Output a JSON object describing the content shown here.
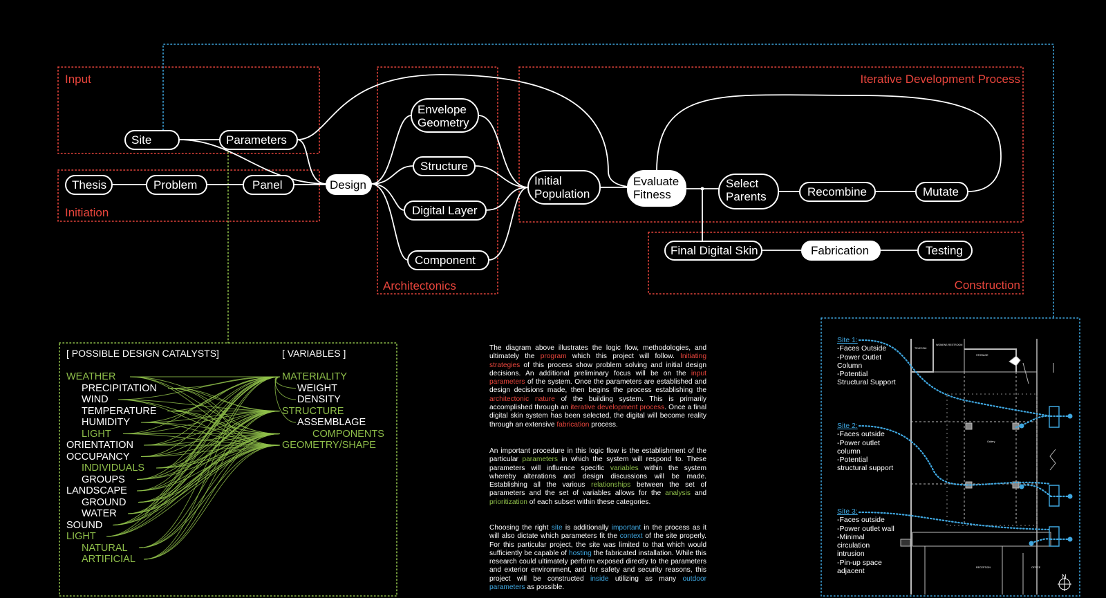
{
  "regions": {
    "input": "Input",
    "initiation": "Initiation",
    "architectonics": "Architectonics",
    "iterative": "Iterative  Development Process",
    "construction": "Construction"
  },
  "nodes": {
    "site": "Site",
    "parameters": "Parameters",
    "thesis": "Thesis",
    "problem": "Problem",
    "panel": "Panel",
    "design": "Design",
    "envelope_1": "Envelope",
    "envelope_2": "Geometry",
    "structure": "Structure",
    "digital_layer": "Digital Layer",
    "component": "Component",
    "initial_1": "Initial",
    "initial_2": "Population",
    "evaluate_1": "Evaluate",
    "evaluate_2": "Fitness",
    "select_1": "Select",
    "select_2": "Parents",
    "recombine": "Recombine",
    "mutate": "Mutate",
    "final_skin": "Final Digital Skin",
    "fabrication": "Fabrication",
    "testing": "Testing"
  },
  "catalysts": {
    "header": "[ POSSIBLE DESIGN CATALYSTS]",
    "items": [
      {
        "text": "WEATHER",
        "color": "green",
        "indent": 0
      },
      {
        "text": "PRECIPITATION",
        "color": "white",
        "indent": 1
      },
      {
        "text": "WIND",
        "color": "white",
        "indent": 1
      },
      {
        "text": "TEMPERATURE",
        "color": "white",
        "indent": 1
      },
      {
        "text": "HUMIDITY",
        "color": "white",
        "indent": 1
      },
      {
        "text": "LIGHT",
        "color": "green",
        "indent": 1
      },
      {
        "text": "ORIENTATION",
        "color": "white",
        "indent": 0
      },
      {
        "text": "OCCUPANCY",
        "color": "white",
        "indent": 0
      },
      {
        "text": "INDIVIDUALS",
        "color": "green",
        "indent": 1
      },
      {
        "text": "GROUPS",
        "color": "white",
        "indent": 1
      },
      {
        "text": "LANDSCAPE",
        "color": "white",
        "indent": 0
      },
      {
        "text": "GROUND",
        "color": "white",
        "indent": 1
      },
      {
        "text": "WATER",
        "color": "white",
        "indent": 1
      },
      {
        "text": "SOUND",
        "color": "white",
        "indent": 0
      },
      {
        "text": "LIGHT",
        "color": "green",
        "indent": 0
      },
      {
        "text": "NATURAL",
        "color": "green",
        "indent": 1
      },
      {
        "text": "ARTIFICIAL",
        "color": "green",
        "indent": 1
      }
    ]
  },
  "variables": {
    "header": "[ VARIABLES ]",
    "items": [
      {
        "text": "MATERIALITY",
        "color": "green",
        "indent": 0
      },
      {
        "text": "WEIGHT",
        "color": "white",
        "indent": 1
      },
      {
        "text": "DENSITY",
        "color": "white",
        "indent": 1
      },
      {
        "text": "STRUCTURE",
        "color": "green",
        "indent": 0
      },
      {
        "text": "ASSEMBLAGE",
        "color": "white",
        "indent": 1
      },
      {
        "text": "COMPONENTS",
        "color": "green",
        "indent": 2
      },
      {
        "text": "GEOMETRY/SHAPE",
        "color": "green",
        "indent": 0
      }
    ]
  },
  "paragraphs": [
    [
      {
        "t": "The diagram above illustrates the logic flow, methodologies, and ultimately the ",
        "c": ""
      },
      {
        "t": "program",
        "c": "red"
      },
      {
        "t": " which this project will follow. ",
        "c": ""
      },
      {
        "t": "Initiating strategies",
        "c": "red"
      },
      {
        "t": " of this process show problem solving and initial design decisions. An additional preliminary focus will be on the ",
        "c": ""
      },
      {
        "t": "input parameters",
        "c": "red"
      },
      {
        "t": " of the system. Once the parameters are established and design decisions made, then begins the process establishing the ",
        "c": ""
      },
      {
        "t": "architectonic nature",
        "c": "red"
      },
      {
        "t": " of the building system. This is primarily accomplished through an ",
        "c": ""
      },
      {
        "t": "iterative development process",
        "c": "red"
      },
      {
        "t": ". Once a final digital skin system has been selected, the digital will become reality through an extensive ",
        "c": ""
      },
      {
        "t": "fabrication",
        "c": "red"
      },
      {
        "t": " process.",
        "c": ""
      }
    ],
    [
      {
        "t": "An important procedure in this logic flow is the establishment of the particular ",
        "c": ""
      },
      {
        "t": "parameters",
        "c": "green"
      },
      {
        "t": " in which the system will respond to. These parameters will influence specific ",
        "c": ""
      },
      {
        "t": "variables",
        "c": "green"
      },
      {
        "t": " within the system whereby alterations and design discussions will be made. Establishing all the various ",
        "c": ""
      },
      {
        "t": "relationships",
        "c": "green"
      },
      {
        "t": " between the set of parameters and the set of variables allows for the ",
        "c": ""
      },
      {
        "t": "analysis",
        "c": "green"
      },
      {
        "t": " and ",
        "c": ""
      },
      {
        "t": "prioritization",
        "c": "green"
      },
      {
        "t": " of each subset within these categories.",
        "c": ""
      }
    ],
    [
      {
        "t": "Choosing the right ",
        "c": ""
      },
      {
        "t": "site",
        "c": "blue"
      },
      {
        "t": " is additionally ",
        "c": ""
      },
      {
        "t": "important",
        "c": "blue"
      },
      {
        "t": " in the process as it will also dictate which parameters fit the ",
        "c": ""
      },
      {
        "t": "context",
        "c": "blue"
      },
      {
        "t": " of the site properly. For this particular project, the site was limited to that which would sufficiently be capable of ",
        "c": ""
      },
      {
        "t": "hosting",
        "c": "blue"
      },
      {
        "t": " the fabricated installation. While this research could ultimately perform exposed directly to the parameters and exterior environment, and for safety and security reasons, this project will be constructed ",
        "c": ""
      },
      {
        "t": "inside",
        "c": "blue"
      },
      {
        "t": " utilizing as many ",
        "c": ""
      },
      {
        "t": "outdoor parameters",
        "c": "blue"
      },
      {
        "t": " as possible.",
        "c": ""
      }
    ]
  ],
  "sites": [
    {
      "title": "Site 1:",
      "lines": [
        "-Faces Outside",
        "-Power Outlet",
        "Column",
        "-Potential",
        "Structural Support"
      ]
    },
    {
      "title": "Site 2:",
      "lines": [
        "-Faces outside",
        "-Power outlet",
        "column",
        "-Potential",
        "structural support"
      ]
    },
    {
      "title": "Site 3:",
      "lines": [
        "-Faces outside",
        "-Power outlet wall",
        "-Minimal",
        "circulation",
        "intrusion",
        "-Pin-up space",
        "adjacent"
      ]
    }
  ],
  "plan_labels": {
    "telecom": "TELECOM",
    "womens": "WOMENS RESTROOM",
    "storage": "STORAGE",
    "gallery": "Gallery",
    "reception": "RECEPTION",
    "office": "OFFICE",
    "north": "N"
  },
  "colors": {
    "red": "#e8453c",
    "blue": "#3fa7e0",
    "green": "#8fbf4a"
  }
}
